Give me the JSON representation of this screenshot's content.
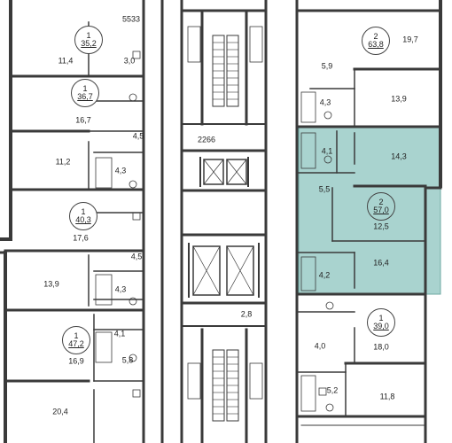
{
  "colors": {
    "wall": "#3a3a3a",
    "highlight": "#a9d3cf",
    "highlight_border": "#6fa8a3"
  },
  "apartments": [
    {
      "rooms": "1",
      "area": "35,2"
    },
    {
      "rooms": "1",
      "area": "36,7"
    },
    {
      "rooms": "1",
      "area": "40,3"
    },
    {
      "rooms": "1",
      "area": "47,2"
    },
    {
      "rooms": "2",
      "area": "63,8"
    },
    {
      "rooms": "2",
      "area": "57,0"
    },
    {
      "rooms": "1",
      "area": "39,0"
    }
  ],
  "room_labels": {
    "r1": "5533",
    "r2": "11,4",
    "r3": "3,0",
    "r4": "16,7",
    "r5": "4,5",
    "r6": "11,2",
    "r7": "4,3",
    "r8": "17,6",
    "r9": "4,5",
    "r10": "13,9",
    "r11": "4,3",
    "r12": "4,1",
    "r13": "16,9",
    "r14": "5,8",
    "r15": "20,4",
    "r16": "2266",
    "r17": "2,8",
    "r18": "19,7",
    "r19": "5,9",
    "r20": "4,3",
    "r21": "13,9",
    "r22": "4,1",
    "r23": "14,3",
    "r24": "5,5",
    "r25": "12,5",
    "r26": "4,2",
    "r27": "16,4",
    "r28": "4,0",
    "r29": "18,0",
    "r30": "5,2",
    "r31": "11,8"
  }
}
